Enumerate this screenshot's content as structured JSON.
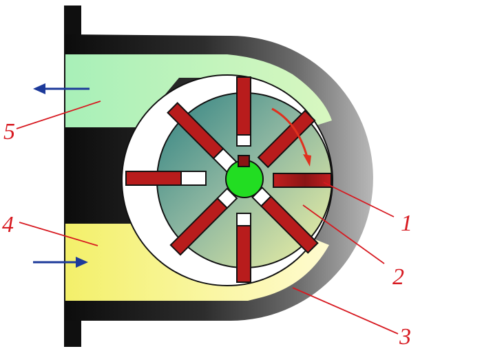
{
  "labels": {
    "vane": "1",
    "rotor": "2",
    "stator_housing": "3",
    "inlet_port": "4",
    "outlet_port": "5"
  },
  "colors": {
    "housing_dark": "#1a1a1a",
    "outlet_chamber": "#b9f5c8",
    "inlet_chamber": "#f5f08a",
    "vane": "#b81c1c",
    "shaft": "#22dd22",
    "leader_line": "#d71920",
    "flow_arrow": "#1d3a9a",
    "rotation_arrow": "#e0301e"
  },
  "icons": {
    "outlet_flow": "arrow-left-icon",
    "inlet_flow": "arrow-right-icon",
    "rotation": "curved-arrow-clockwise-icon"
  }
}
